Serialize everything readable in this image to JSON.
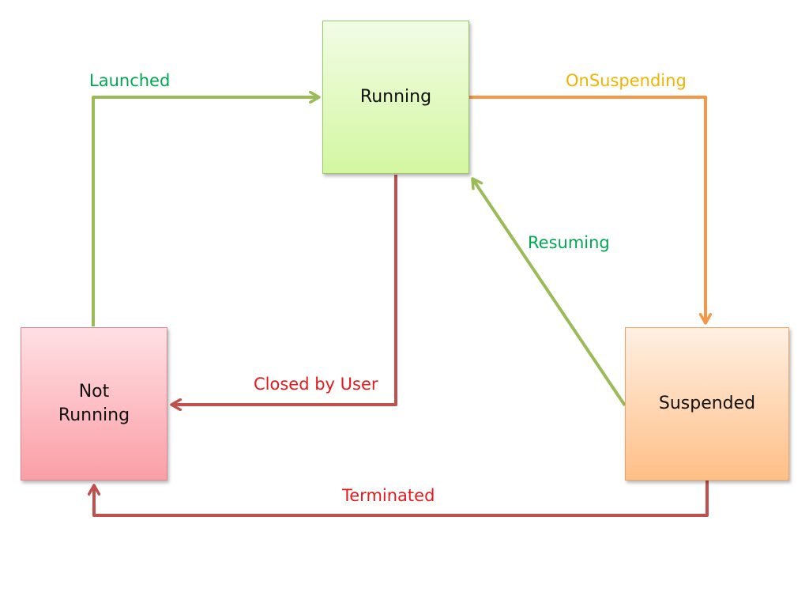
{
  "states": {
    "running": {
      "label": "Running"
    },
    "not_running": {
      "lines": [
        "Not",
        "Running"
      ]
    },
    "suspended": {
      "label": "Suspended"
    }
  },
  "transitions": {
    "launched": {
      "label": "Launched",
      "color": "#00a651",
      "line_color": "#9bbb59"
    },
    "on_suspending": {
      "label": "OnSuspending",
      "color": "#f0b400",
      "line_color": "#f79646"
    },
    "resuming": {
      "label": "Resuming",
      "color": "#00a651",
      "line_color": "#9bbb59"
    },
    "closed_by_user": {
      "label": "Closed by User",
      "color": "#e41a1c",
      "line_color": "#c0504d"
    },
    "terminated": {
      "label": "Terminated",
      "color": "#e41a1c",
      "line_color": "#c0504d"
    }
  }
}
